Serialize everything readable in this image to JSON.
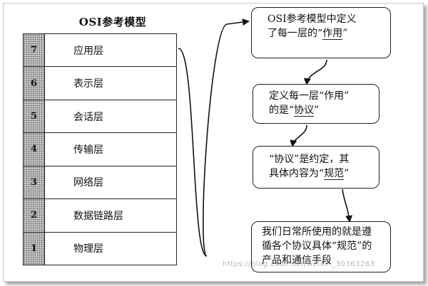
{
  "title": "OSI参考模型",
  "layers": [
    {
      "num": "7",
      "name": "应用层"
    },
    {
      "num": "6",
      "name": "表示层"
    },
    {
      "num": "5",
      "name": "会话层"
    },
    {
      "num": "4",
      "name": "传输层"
    },
    {
      "num": "3",
      "name": "网络层"
    },
    {
      "num": "2",
      "name": "数据链路层"
    },
    {
      "num": "1",
      "name": "物理层"
    }
  ],
  "boxes": {
    "b1": {
      "l1": "OSI参考模型中定义",
      "l2a": "了每一层的“",
      "l2b": "作用",
      "l2c": "”"
    },
    "b2": {
      "l1": "定义每一层“作用”",
      "l2a": "的是“",
      "l2b": "协议",
      "l2c": "”"
    },
    "b3": {
      "l1": "“协议”是约定，其",
      "l2a": "具体内容为“",
      "l2b": "规范",
      "l2c": "”"
    },
    "b4": {
      "l1": "我们日常所使用的就是遵",
      "l2": "循各个协议具体“规范”的",
      "l3": "产品和通信手段"
    }
  },
  "watermark": "https://blog.csdn.net/weixin_30363263",
  "colors": {
    "stroke": "#222222",
    "numcell": "#cfcfcf"
  }
}
